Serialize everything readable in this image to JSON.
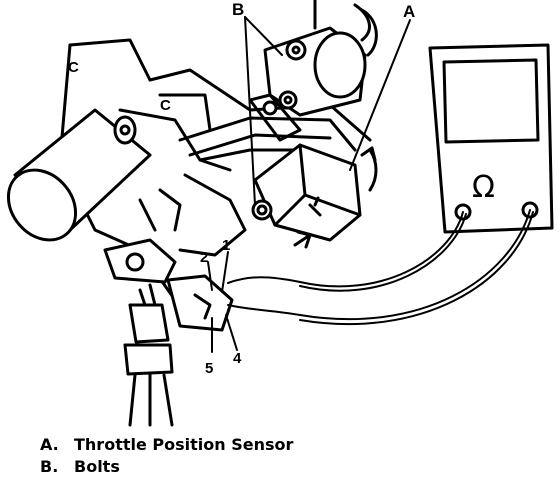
{
  "callouts": {
    "a": "A",
    "b": "B"
  },
  "pins": {
    "p1": "1",
    "p2": "2",
    "p4": "4",
    "p5": "5"
  },
  "meter": {
    "symbol": "Ω"
  },
  "legend": {
    "items": [
      {
        "letter": "A.",
        "text": "Throttle Position Sensor"
      },
      {
        "letter": "B.",
        "text": "Bolts"
      }
    ]
  }
}
